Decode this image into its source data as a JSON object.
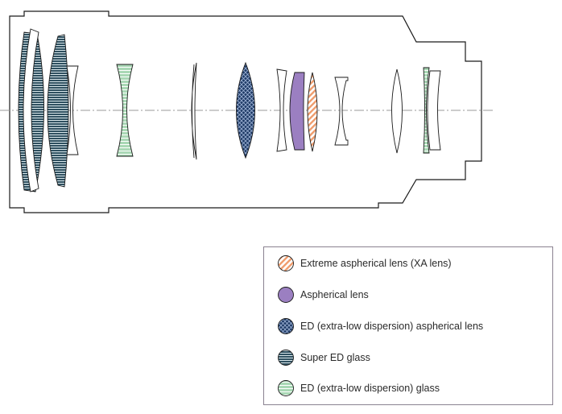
{
  "colors": {
    "xa": "#ef9c6c",
    "aspherical": "#9b7fc1",
    "ed_aspherical": "#1e3a66",
    "super_ed": "#2f5060",
    "ed": "#a9d8b5",
    "outline": "#1a1a1a",
    "axis": "#9a9a9a"
  },
  "legend": [
    {
      "key": "xa",
      "icon": "diagonal-hatch-orange-icon",
      "label": "Extreme aspherical lens (XA lens)"
    },
    {
      "key": "aspherical",
      "icon": "solid-purple-icon",
      "label": "Aspherical lens"
    },
    {
      "key": "ed_aspherical",
      "icon": "crosshatch-navy-icon",
      "label": "ED (extra-low dispersion) aspherical lens"
    },
    {
      "key": "super_ed",
      "icon": "horizontal-hatch-dark-teal-icon",
      "label": "Super ED glass"
    },
    {
      "key": "ed",
      "icon": "horizontal-hatch-green-icon",
      "label": "ED (extra-low dispersion) glass"
    }
  ]
}
